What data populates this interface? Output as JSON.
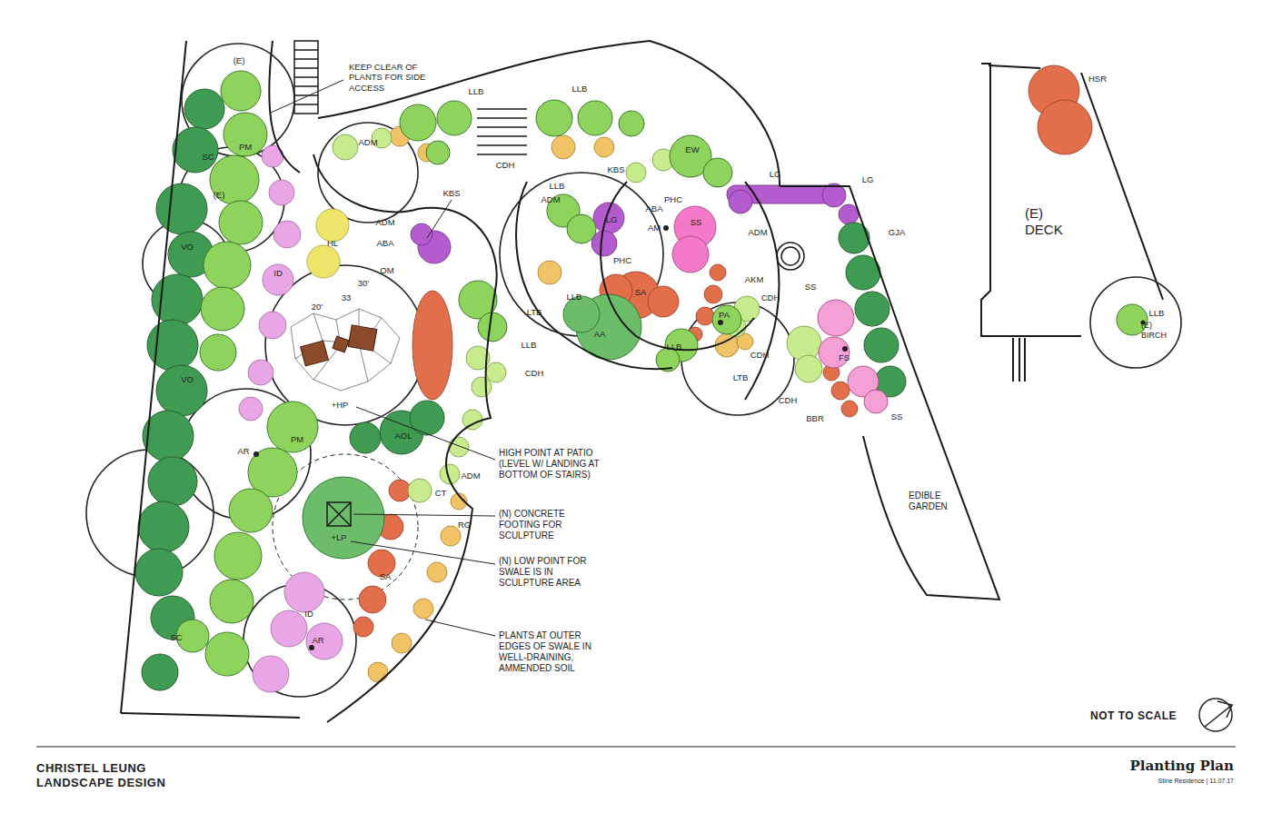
{
  "diagram": {
    "title": "Planting Plan",
    "labels": [
      "(E)",
      "KEEP CLEAR OF PLANTS FOR SIDE ACCESS",
      "LLB",
      "LLB",
      "PM",
      "SC",
      "(E)",
      "ADM",
      "CDH",
      "KBS",
      "KBS",
      "EW",
      "LG",
      "LG",
      "LLB",
      "ADM",
      "PHC",
      "ABA",
      "AM",
      "SS",
      "LG",
      "ADM",
      "GJA",
      "HL",
      "ID",
      "ADM",
      "ABA",
      "OM",
      "VO",
      "VO",
      "30'",
      "33",
      "20'",
      "PHC",
      "LTB",
      "LLB",
      "SA",
      "AKM",
      "CDH",
      "SS",
      "PA",
      "LLB",
      "CDH",
      "AA",
      "LLB",
      "CDH",
      "LTB",
      "FS",
      "CDH",
      "BBR",
      "SS",
      "+HP",
      "AOL",
      "AR",
      "PM",
      "ADM",
      "CT",
      "RG",
      "+LP",
      "SA",
      "ID",
      "AR",
      "SC",
      "HIGH POINT AT PATIO (LEVEL W/ LANDING AT BOTTOM OF STAIRS)",
      "(N) CONCRETE FOOTING FOR SCULPTURE",
      "(N) LOW POINT FOR SWALE IS IN SCULPTURE AREA",
      "PLANTS AT OUTER EDGES OF SWALE IN WELL-DRAINING, AMMENDED SOIL",
      "EDIBLE GARDEN",
      "HSR",
      "(E) DECK",
      "LLB",
      "(E) BIRCH",
      "NOT TO SCALE",
      "CHRISTEL LEUNG LANDSCAPE DESIGN",
      "Stine Residence | 11.07.17"
    ]
  }
}
